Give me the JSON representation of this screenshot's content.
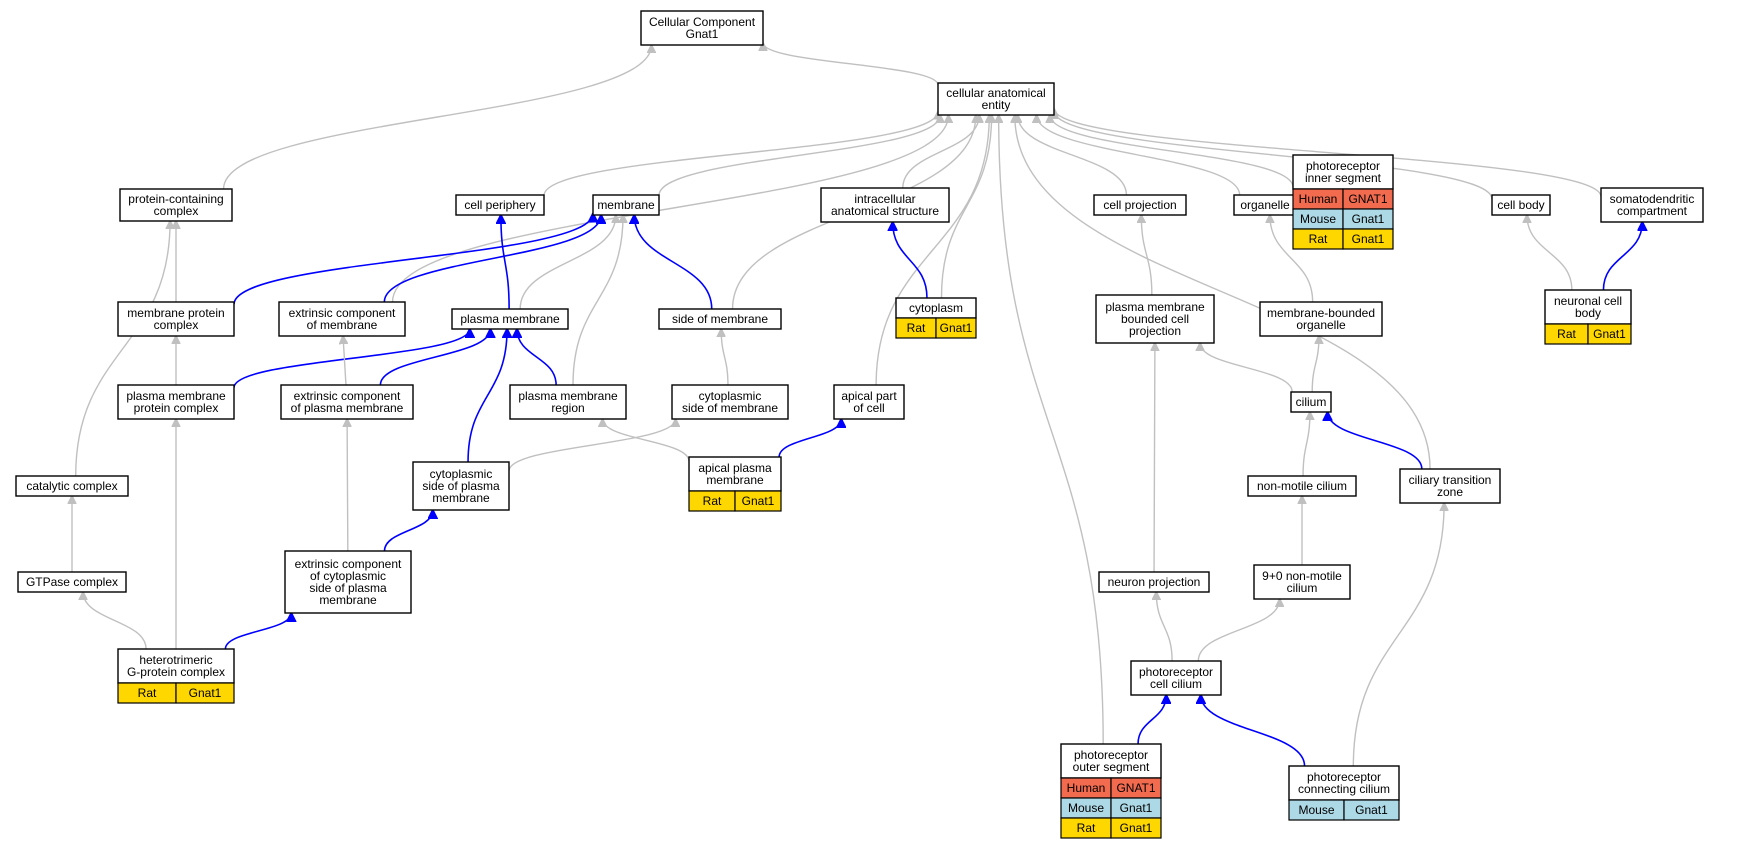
{
  "colors": {
    "human": "#f26b4f",
    "mouse": "#add8e6",
    "rat": "#ffd700",
    "part_of_edge": "#0000ff",
    "is_a_edge": "#c0c0c0"
  },
  "nodes": [
    {
      "id": "root",
      "lines": [
        "Cellular Component",
        "Gnat1"
      ]
    },
    {
      "id": "cae",
      "lines": [
        "cellular anatomical",
        "entity"
      ]
    },
    {
      "id": "pcc",
      "lines": [
        "protein-containing",
        "complex"
      ]
    },
    {
      "id": "cellper",
      "lines": [
        "cell periphery"
      ]
    },
    {
      "id": "membrane",
      "lines": [
        "membrane"
      ]
    },
    {
      "id": "ias",
      "lines": [
        "intracellular",
        "anatomical structure"
      ]
    },
    {
      "id": "cellproj",
      "lines": [
        "cell projection"
      ]
    },
    {
      "id": "organelle",
      "lines": [
        "organelle"
      ]
    },
    {
      "id": "pis",
      "lines": [
        "photoreceptor",
        "inner segment"
      ],
      "table": [
        [
          "Human",
          "GNAT1"
        ],
        [
          "Mouse",
          "Gnat1"
        ],
        [
          "Rat",
          "Gnat1"
        ]
      ]
    },
    {
      "id": "cellbody",
      "lines": [
        "cell body"
      ]
    },
    {
      "id": "somato",
      "lines": [
        "somatodendritic",
        "compartment"
      ]
    },
    {
      "id": "mpc",
      "lines": [
        "membrane protein",
        "complex"
      ]
    },
    {
      "id": "ecm",
      "lines": [
        "extrinsic component",
        "of membrane"
      ]
    },
    {
      "id": "pm",
      "lines": [
        "plasma membrane"
      ]
    },
    {
      "id": "som",
      "lines": [
        "side of membrane"
      ]
    },
    {
      "id": "cytoplasm",
      "lines": [
        "cytoplasm"
      ],
      "table": [
        [
          "Rat",
          "Gnat1"
        ]
      ]
    },
    {
      "id": "pmbcp",
      "lines": [
        "plasma membrane",
        "bounded cell",
        "projection"
      ]
    },
    {
      "id": "mbo",
      "lines": [
        "membrane-bounded",
        "organelle"
      ]
    },
    {
      "id": "ncb",
      "lines": [
        "neuronal cell",
        "body"
      ],
      "table": [
        [
          "Rat",
          "Gnat1"
        ]
      ]
    },
    {
      "id": "pmpc",
      "lines": [
        "plasma membrane",
        "protein complex"
      ]
    },
    {
      "id": "ecpm",
      "lines": [
        "extrinsic component",
        "of plasma membrane"
      ]
    },
    {
      "id": "pmr",
      "lines": [
        "plasma membrane",
        "region"
      ]
    },
    {
      "id": "csom",
      "lines": [
        "cytoplasmic",
        "side of membrane"
      ]
    },
    {
      "id": "apc",
      "lines": [
        "apical part",
        "of cell"
      ]
    },
    {
      "id": "cilium",
      "lines": [
        "cilium"
      ]
    },
    {
      "id": "catc",
      "lines": [
        "catalytic complex"
      ]
    },
    {
      "id": "cspm",
      "lines": [
        "cytoplasmic",
        "side of plasma",
        "membrane"
      ]
    },
    {
      "id": "apm",
      "lines": [
        "apical plasma",
        "membrane"
      ],
      "table": [
        [
          "Rat",
          "Gnat1"
        ]
      ]
    },
    {
      "id": "nmc",
      "lines": [
        "non-motile cilium"
      ]
    },
    {
      "id": "ctz",
      "lines": [
        "ciliary transition",
        "zone"
      ]
    },
    {
      "id": "gtpc",
      "lines": [
        "GTPase complex"
      ]
    },
    {
      "id": "eccspm",
      "lines": [
        "extrinsic component",
        "of cytoplasmic",
        "side of plasma",
        "membrane"
      ]
    },
    {
      "id": "np",
      "lines": [
        "neuron projection"
      ]
    },
    {
      "id": "n90",
      "lines": [
        "9+0 non-motile",
        "cilium"
      ]
    },
    {
      "id": "hgpc",
      "lines": [
        "heterotrimeric",
        "G-protein complex"
      ],
      "table": [
        [
          "Rat",
          "Gnat1"
        ]
      ]
    },
    {
      "id": "pcc2",
      "lines": [
        "photoreceptor",
        "cell cilium"
      ]
    },
    {
      "id": "pos",
      "lines": [
        "photoreceptor",
        "outer segment"
      ],
      "table": [
        [
          "Human",
          "GNAT1"
        ],
        [
          "Mouse",
          "Gnat1"
        ],
        [
          "Rat",
          "Gnat1"
        ]
      ]
    },
    {
      "id": "pconn",
      "lines": [
        "photoreceptor",
        "connecting cilium"
      ],
      "table": [
        [
          "Mouse",
          "Gnat1"
        ]
      ]
    }
  ],
  "edges": [
    {
      "from": "cae",
      "to": "root",
      "type": "is_a"
    },
    {
      "from": "pcc",
      "to": "root",
      "type": "is_a"
    },
    {
      "from": "cellper",
      "to": "cae",
      "type": "is_a"
    },
    {
      "from": "membrane",
      "to": "cae",
      "type": "is_a"
    },
    {
      "from": "ias",
      "to": "cae",
      "type": "is_a"
    },
    {
      "from": "cellproj",
      "to": "cae",
      "type": "is_a"
    },
    {
      "from": "organelle",
      "to": "cae",
      "type": "is_a"
    },
    {
      "from": "pis",
      "to": "cae",
      "type": "is_a"
    },
    {
      "from": "cellbody",
      "to": "cae",
      "type": "is_a"
    },
    {
      "from": "somato",
      "to": "cae",
      "type": "is_a"
    },
    {
      "from": "ecm",
      "to": "cae",
      "type": "is_a"
    },
    {
      "from": "som",
      "to": "cae",
      "type": "is_a"
    },
    {
      "from": "cytoplasm",
      "to": "cae",
      "type": "is_a"
    },
    {
      "from": "apc",
      "to": "cae",
      "type": "is_a"
    },
    {
      "from": "ctz",
      "to": "cae",
      "type": "is_a"
    },
    {
      "from": "pos",
      "to": "cae",
      "type": "is_a"
    },
    {
      "from": "mpc",
      "to": "pcc",
      "type": "is_a"
    },
    {
      "from": "catc",
      "to": "pcc",
      "type": "is_a"
    },
    {
      "from": "mpc",
      "to": "membrane",
      "type": "part_of"
    },
    {
      "from": "ecm",
      "to": "membrane",
      "type": "part_of"
    },
    {
      "from": "pm",
      "to": "cellper",
      "type": "part_of"
    },
    {
      "from": "pm",
      "to": "membrane",
      "type": "is_a"
    },
    {
      "from": "som",
      "to": "membrane",
      "type": "part_of"
    },
    {
      "from": "pmr",
      "to": "membrane",
      "type": "is_a"
    },
    {
      "from": "cytoplasm",
      "to": "ias",
      "type": "part_of"
    },
    {
      "from": "pmbcp",
      "to": "cellproj",
      "type": "is_a"
    },
    {
      "from": "mbo",
      "to": "organelle",
      "type": "is_a"
    },
    {
      "from": "ncb",
      "to": "cellbody",
      "type": "is_a"
    },
    {
      "from": "ncb",
      "to": "somato",
      "type": "part_of"
    },
    {
      "from": "pmpc",
      "to": "mpc",
      "type": "is_a"
    },
    {
      "from": "pmpc",
      "to": "pm",
      "type": "part_of"
    },
    {
      "from": "ecpm",
      "to": "ecm",
      "type": "is_a"
    },
    {
      "from": "ecpm",
      "to": "pm",
      "type": "part_of"
    },
    {
      "from": "pmr",
      "to": "pm",
      "type": "part_of"
    },
    {
      "from": "cspm",
      "to": "pm",
      "type": "part_of"
    },
    {
      "from": "csom",
      "to": "som",
      "type": "is_a"
    },
    {
      "from": "cspm",
      "to": "csom",
      "type": "is_a"
    },
    {
      "from": "apm",
      "to": "pmr",
      "type": "is_a"
    },
    {
      "from": "apm",
      "to": "apc",
      "type": "part_of"
    },
    {
      "from": "cilium",
      "to": "pmbcp",
      "type": "is_a"
    },
    {
      "from": "cilium",
      "to": "mbo",
      "type": "is_a"
    },
    {
      "from": "nmc",
      "to": "cilium",
      "type": "is_a"
    },
    {
      "from": "ctz",
      "to": "cilium",
      "type": "part_of"
    },
    {
      "from": "gtpc",
      "to": "catc",
      "type": "is_a"
    },
    {
      "from": "eccspm",
      "to": "ecpm",
      "type": "is_a"
    },
    {
      "from": "eccspm",
      "to": "cspm",
      "type": "part_of"
    },
    {
      "from": "n90",
      "to": "nmc",
      "type": "is_a"
    },
    {
      "from": "np",
      "to": "pmbcp",
      "type": "is_a"
    },
    {
      "from": "hgpc",
      "to": "gtpc",
      "type": "is_a"
    },
    {
      "from": "hgpc",
      "to": "pmpc",
      "type": "is_a"
    },
    {
      "from": "hgpc",
      "to": "eccspm",
      "type": "part_of"
    },
    {
      "from": "pcc2",
      "to": "np",
      "type": "is_a"
    },
    {
      "from": "pcc2",
      "to": "n90",
      "type": "is_a"
    },
    {
      "from": "pos",
      "to": "pcc2",
      "type": "part_of"
    },
    {
      "from": "pconn",
      "to": "pcc2",
      "type": "part_of"
    },
    {
      "from": "pconn",
      "to": "ctz",
      "type": "is_a"
    }
  ]
}
